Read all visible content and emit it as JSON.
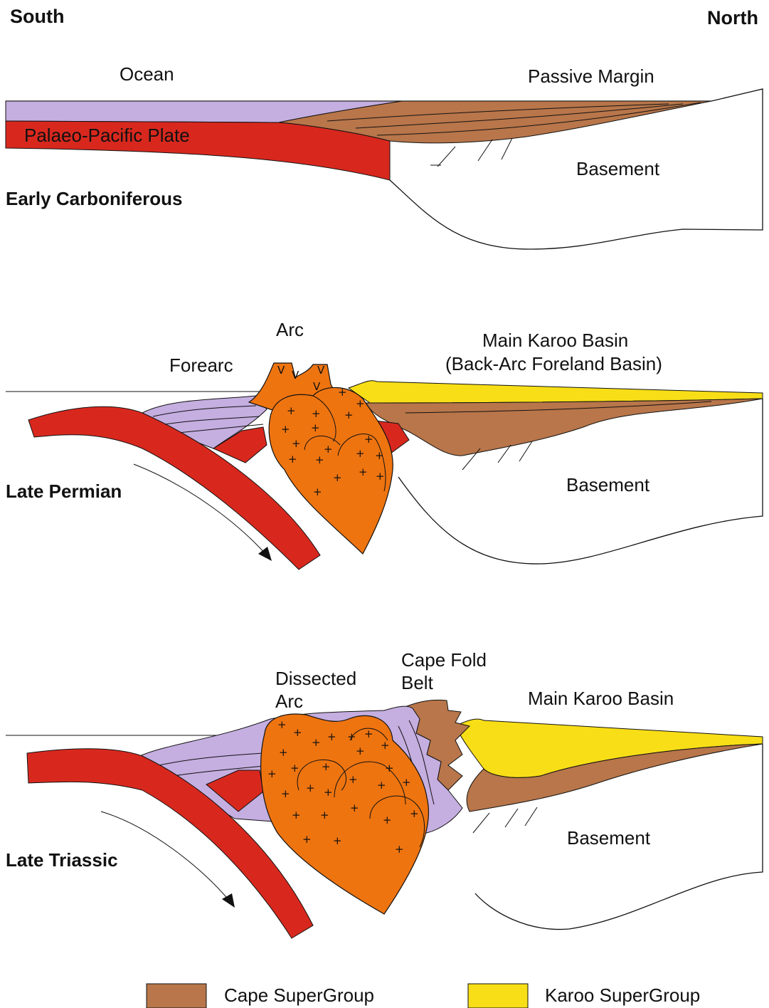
{
  "compass": {
    "left": "South",
    "right": "North"
  },
  "panel1": {
    "stage": "Early Carboniferous",
    "ocean": "Ocean",
    "passive_margin": "Passive Margin",
    "plate": "Palaeo-Pacific Plate",
    "basement": "Basement"
  },
  "panel2": {
    "stage": "Late Permian",
    "arc": "Arc",
    "forearc": "Forearc",
    "basin_line1": "Main Karoo Basin",
    "basin_line2": "(Back-Arc Foreland Basin)",
    "basement": "Basement"
  },
  "panel3": {
    "stage": "Late Triassic",
    "dissected_line1": "Dissected",
    "dissected_line2": "Arc",
    "cape_line1": "Cape Fold",
    "cape_line2": "Belt",
    "basin": "Main Karoo Basin",
    "basement": "Basement"
  },
  "legend": {
    "items": [
      {
        "label": "Cape SuperGroup",
        "color": "#b8764a"
      },
      {
        "label": "Karoo SuperGroup",
        "color": "#f8de17"
      }
    ]
  },
  "colors": {
    "cape_supergroup": "#b8764a",
    "karoo_supergroup": "#f8de17",
    "ocean_layer": "#c5aee0",
    "plate": "#d8281e",
    "arc_intrusions": "#ee7410"
  }
}
